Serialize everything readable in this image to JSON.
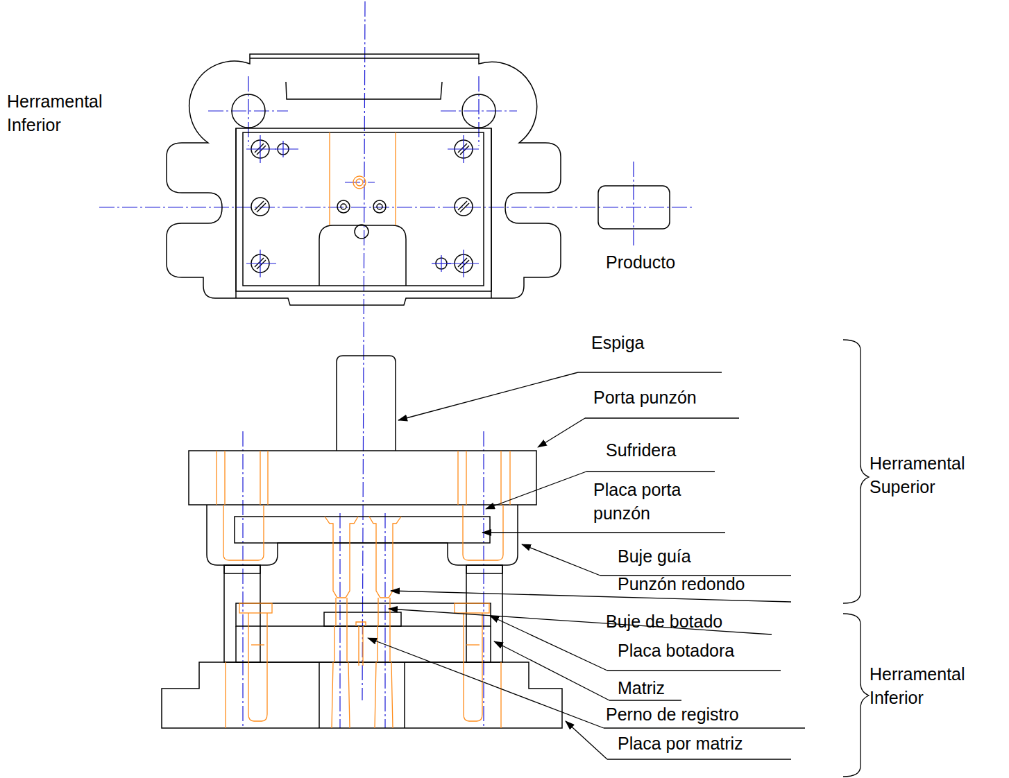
{
  "diagram": {
    "labels": [
      "Herramental Inferior",
      "Producto",
      "Espiga",
      "Porta punzón",
      "Sufridera",
      "Placa porta punzón",
      "Buje guía",
      "Punzón redondo",
      "Herramental Superior",
      "Buje de botado",
      "Placa botadora",
      "Matriz",
      "Perno de registro",
      "Herramental Inferior",
      "Placa por matriz"
    ]
  }
}
